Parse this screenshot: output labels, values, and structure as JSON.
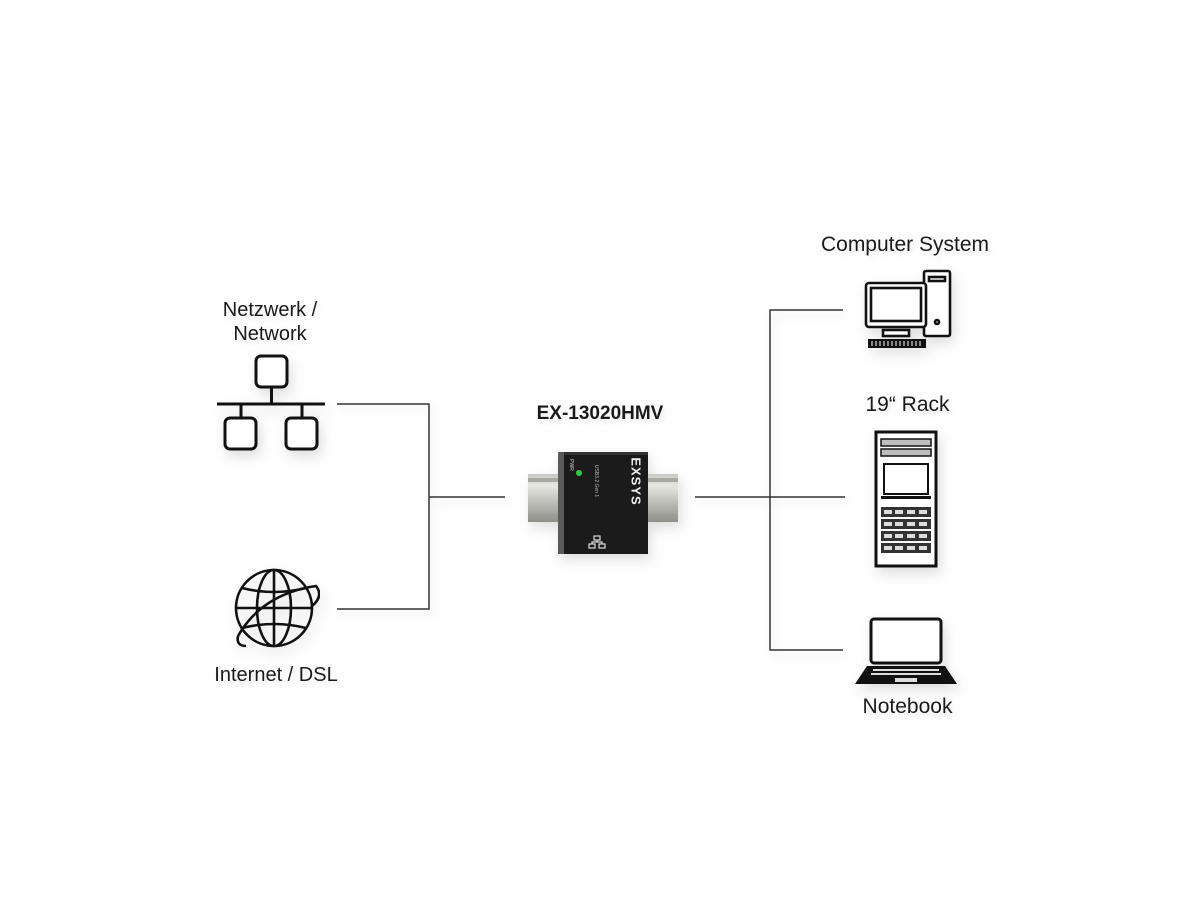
{
  "diagram": {
    "center_device": {
      "label": "EX-13020HMV",
      "brand_mark": "EXSYS",
      "led_label": "PWR",
      "port_label": "USB3.2 Gen 1",
      "led_color": "#2ecc40",
      "body_color": "#1a1a1a"
    },
    "left_nodes": [
      {
        "id": "network",
        "label_line1": "Netzwerk /",
        "label_line2": "Network",
        "icon": "network-topology-icon"
      },
      {
        "id": "internet",
        "label": "Internet / DSL",
        "icon": "globe-icon"
      }
    ],
    "right_nodes": [
      {
        "id": "computer",
        "label": "Computer System",
        "icon": "desktop-computer-icon"
      },
      {
        "id": "rack",
        "label": "19“ Rack",
        "icon": "server-rack-icon"
      },
      {
        "id": "notebook",
        "label": "Notebook",
        "icon": "laptop-icon"
      }
    ],
    "connections": [
      {
        "from": "network",
        "to": "center_device"
      },
      {
        "from": "internet",
        "to": "center_device"
      },
      {
        "from": "center_device",
        "to": "computer"
      },
      {
        "from": "center_device",
        "to": "rack"
      },
      {
        "from": "center_device",
        "to": "notebook"
      }
    ],
    "line_color": "#333333"
  }
}
